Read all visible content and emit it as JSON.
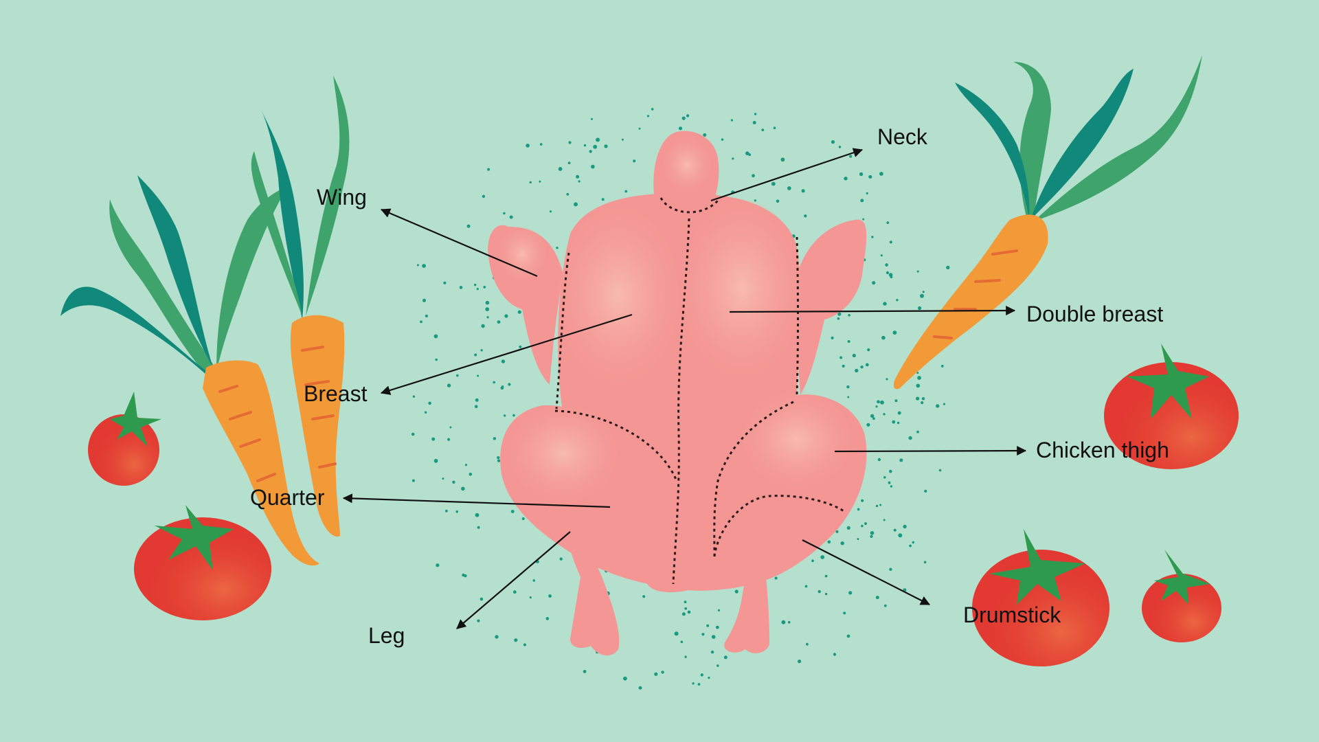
{
  "colors": {
    "background": "#b5e0cd",
    "chicken": "#f49693",
    "chicken_speckle": "#fbd9c4",
    "carrot": "#f39a38",
    "carrot_stripe": "#e46c34",
    "leaf_light": "#3fa36c",
    "leaf_dark": "#10897b",
    "tomato": "#e23a32",
    "tomato_leaf": "#2e9a4e",
    "dots": "#1a9a80",
    "text": "#111111"
  },
  "labels": {
    "neck": "Neck",
    "wing": "Wing",
    "double_breast": "Double breast",
    "breast": "Breast",
    "chicken_thigh": "Chicken thigh",
    "quarter": "Quarter",
    "drumstick": "Drumstick",
    "leg": "Leg"
  },
  "icons": [
    "chicken-illustration",
    "carrot-icon",
    "tomato-icon",
    "arrow-icon"
  ]
}
